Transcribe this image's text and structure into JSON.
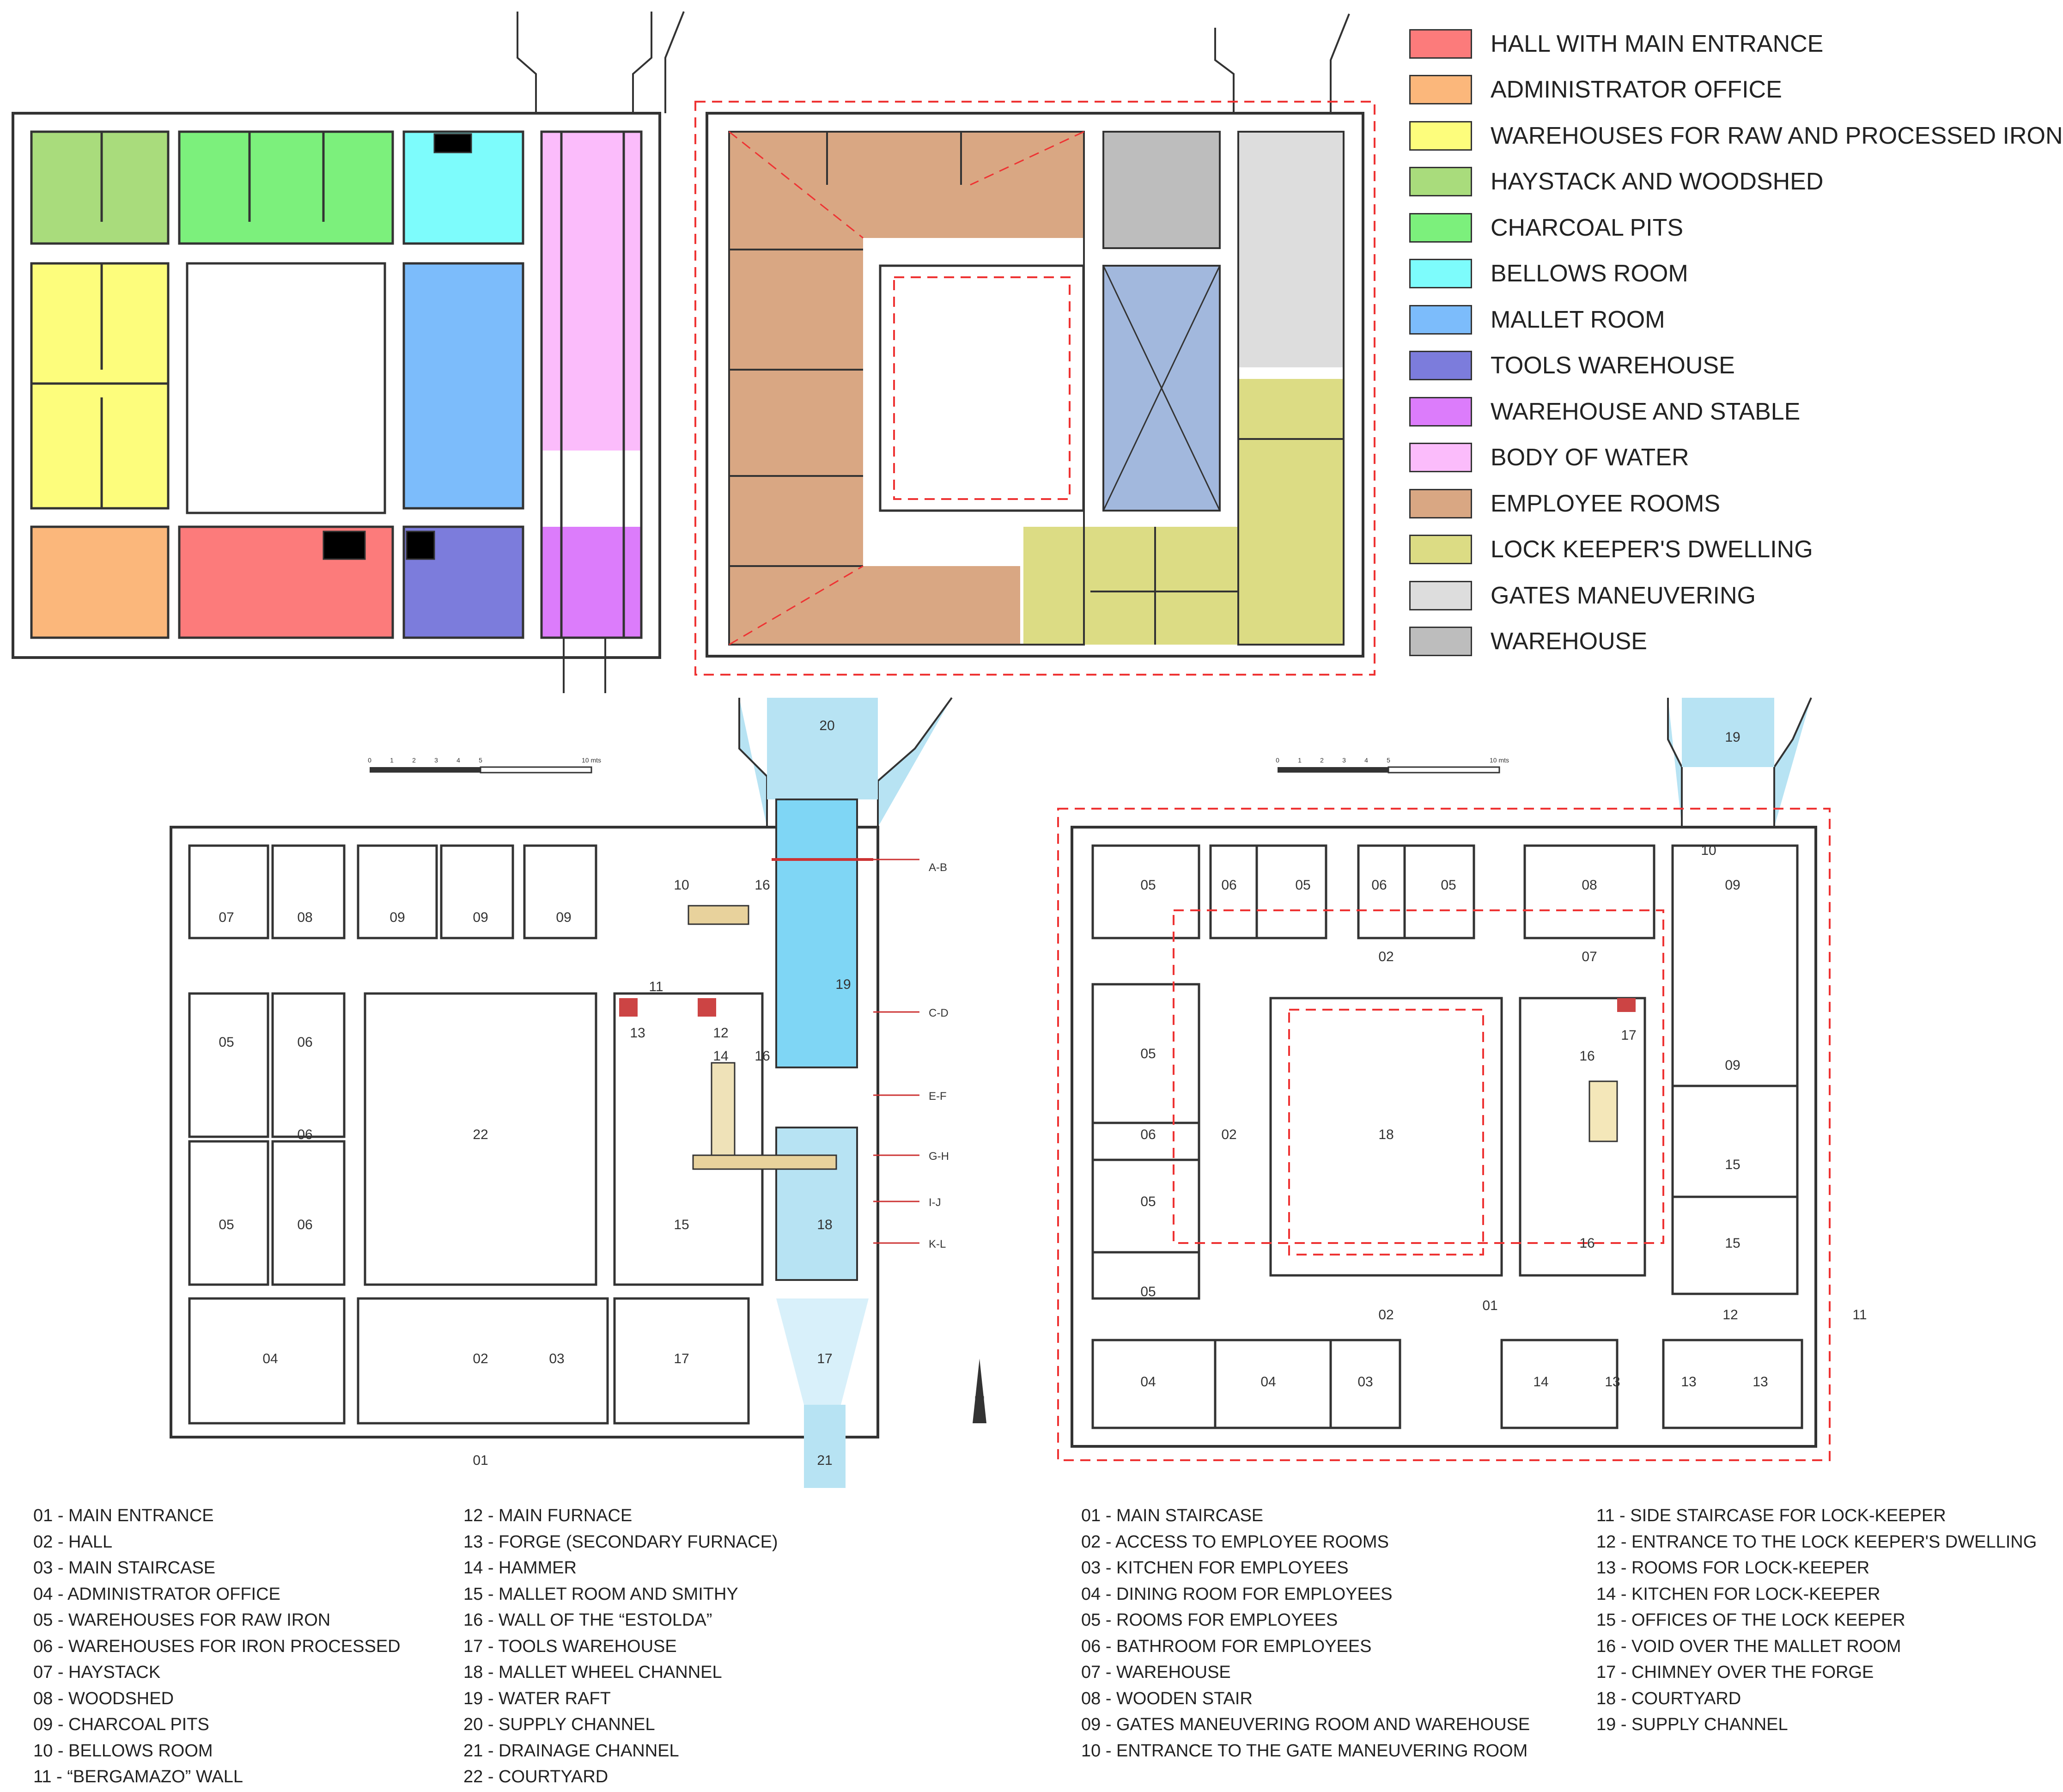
{
  "legend": [
    {
      "label": "HALL WITH MAIN ENTRANCE",
      "color": "#fc7b7b"
    },
    {
      "label": "ADMINISTRATOR OFFICE",
      "color": "#fbb77b"
    },
    {
      "label": "WAREHOUSES FOR RAW AND PROCESSED IRON",
      "color": "#fdfd7c"
    },
    {
      "label": "HAYSTACK AND WOODSHED",
      "color": "#a9dc7c"
    },
    {
      "label": "CHARCOAL PITS",
      "color": "#7cf07c"
    },
    {
      "label": "BELLOWS ROOM",
      "color": "#7dfcfc"
    },
    {
      "label": "MALLET ROOM",
      "color": "#7cbcfb"
    },
    {
      "label": "TOOLS WAREHOUSE",
      "color": "#7c7cdc"
    },
    {
      "label": "WAREHOUSE AND STABLE",
      "color": "#dc7cfb"
    },
    {
      "label": "BODY OF WATER",
      "color": "#fbbcfb"
    },
    {
      "label": "EMPLOYEE ROOMS",
      "color": "#d9a783"
    },
    {
      "label": "LOCK KEEPER'S DWELLING",
      "color": "#dcdc84"
    },
    {
      "label": "GATES MANEUVERING",
      "color": "#dddddd"
    },
    {
      "label": "WAREHOUSE",
      "color": "#bdbdbd"
    }
  ],
  "ground_floor": {
    "room_labels": {
      "r07": "07",
      "r08": "08",
      "r09a": "09",
      "r09b": "09",
      "r09c": "09",
      "r10": "10",
      "r16a": "16",
      "r20": "20",
      "r05a": "05",
      "r06a": "06",
      "r06b": "06",
      "r05b": "05",
      "r06c": "06",
      "r22": "22",
      "r13": "13",
      "r12": "12",
      "r11": "11",
      "r14": "14",
      "r16b": "16",
      "r19": "19",
      "r15": "15",
      "r18": "18",
      "r04": "04",
      "r02": "02",
      "r03": "03",
      "r17a": "17",
      "r17b": "17",
      "r01": "01",
      "r21": "21"
    },
    "sections": [
      "A-B",
      "C-D",
      "E-F",
      "G-H",
      "I-J",
      "K-L"
    ],
    "north": "N",
    "scale_ticks": [
      "0",
      "1",
      "2",
      "3",
      "4",
      "5"
    ],
    "scale_end": "10 mts"
  },
  "upper_floor": {
    "room_labels": {
      "u19": "19",
      "u10": "10",
      "u05a": "05",
      "u06a": "06",
      "u05b": "05",
      "u06b": "06",
      "u05c": "05",
      "u08": "08",
      "u09a": "09",
      "u02a": "02",
      "u07": "07",
      "u05d": "05",
      "u16a": "16",
      "u17": "17",
      "u09b": "09",
      "u06c": "06",
      "u02b": "02",
      "u18": "18",
      "u05e": "05",
      "u15a": "15",
      "u15b": "15",
      "u16b": "16",
      "u05f": "05",
      "u02c": "02",
      "u01": "01",
      "u12": "12",
      "u11": "11",
      "u04a": "04",
      "u04b": "04",
      "u03": "03",
      "u14": "14",
      "u13a": "13",
      "u13b": "13",
      "u13c": "13"
    },
    "scale_ticks": [
      "0",
      "1",
      "2",
      "3",
      "4",
      "5"
    ],
    "scale_end": "10 mts"
  },
  "ground_floor_list_col1": [
    "01 - MAIN ENTRANCE",
    "02 - HALL",
    "03 - MAIN STAIRCASE",
    "04 - ADMINISTRATOR OFFICE",
    "05 - WAREHOUSES FOR RAW IRON",
    "06 - WAREHOUSES FOR IRON PROCESSED",
    "07 - HAYSTACK",
    "08 - WOODSHED",
    "09 - CHARCOAL PITS",
    "10 - BELLOWS ROOM",
    "11 - “BERGAMAZO” WALL"
  ],
  "ground_floor_list_col2": [
    "12 - MAIN FURNACE",
    "13 - FORGE (SECONDARY FURNACE)",
    "14 - HAMMER",
    "15 - MALLET ROOM AND SMITHY",
    "16 - WALL OF THE “ESTOLDA”",
    "17 - TOOLS WAREHOUSE",
    "18 - MALLET WHEEL CHANNEL",
    "19 - WATER RAFT",
    "20 - SUPPLY CHANNEL",
    "21 - DRAINAGE CHANNEL",
    "22 - COURTYARD"
  ],
  "upper_floor_list_col1": [
    "01 - MAIN STAIRCASE",
    "02 - ACCESS TO EMPLOYEE ROOMS",
    "03 - KITCHEN FOR EMPLOYEES",
    "04 - DINING ROOM FOR EMPLOYEES",
    "05 - ROOMS FOR EMPLOYEES",
    "06 - BATHROOM FOR EMPLOYEES",
    "07 - WAREHOUSE",
    "08 - WOODEN STAIR",
    "09 - GATES MANEUVERING ROOM AND WAREHOUSE",
    "10 - ENTRANCE TO THE GATE MANEUVERING ROOM"
  ],
  "upper_floor_list_col2": [
    "11 - SIDE STAIRCASE FOR LOCK-KEEPER",
    "12 - ENTRANCE TO THE LOCK KEEPER'S DWELLING",
    "13 - ROOMS FOR LOCK-KEEPER",
    "14 - KITCHEN FOR LOCK-KEEPER",
    "15 - OFFICES OF THE LOCK KEEPER",
    "16 - VOID OVER THE MALLET ROOM",
    "17 - CHIMNEY OVER THE FORGE",
    "18 - COURTYARD",
    "19 - SUPPLY CHANNEL"
  ]
}
